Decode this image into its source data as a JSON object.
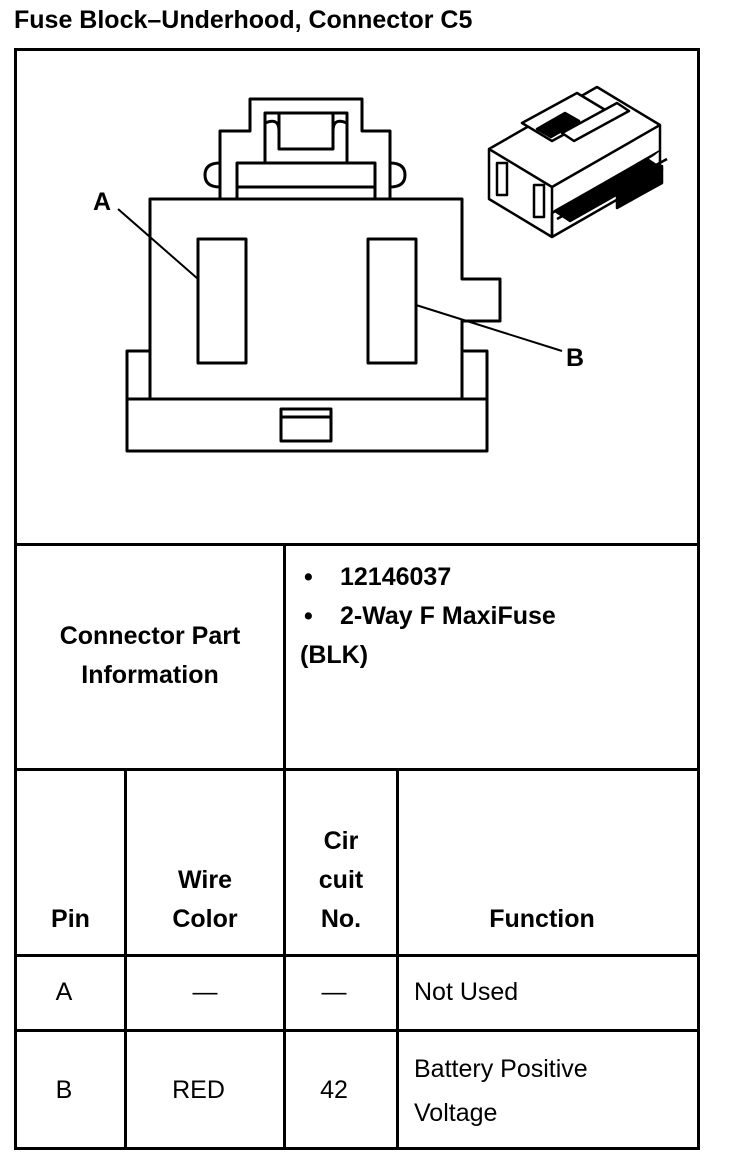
{
  "title": "Fuse Block–Underhood, Connector C5",
  "diagram": {
    "label_a": "A",
    "label_b": "B"
  },
  "part_info": {
    "label_line1": "Connector Part",
    "label_line2": "Information",
    "bullets": [
      "12146037",
      "2-Way F MaxiFuse"
    ],
    "continuation": "(BLK)"
  },
  "table": {
    "headers": {
      "pin": "Pin",
      "wire_color_line1": "Wire",
      "wire_color_line2": "Color",
      "circuit_line1": "Cir",
      "circuit_line2": "cuit",
      "circuit_line3": "No.",
      "function": "Function"
    },
    "rows": [
      {
        "pin": "A",
        "wire_color": "—",
        "circuit": "—",
        "function_line1": "Not Used",
        "function_line2": ""
      },
      {
        "pin": "B",
        "wire_color": "RED",
        "circuit": "42",
        "function_line1": "Battery Positive",
        "function_line2": "Voltage"
      }
    ]
  }
}
